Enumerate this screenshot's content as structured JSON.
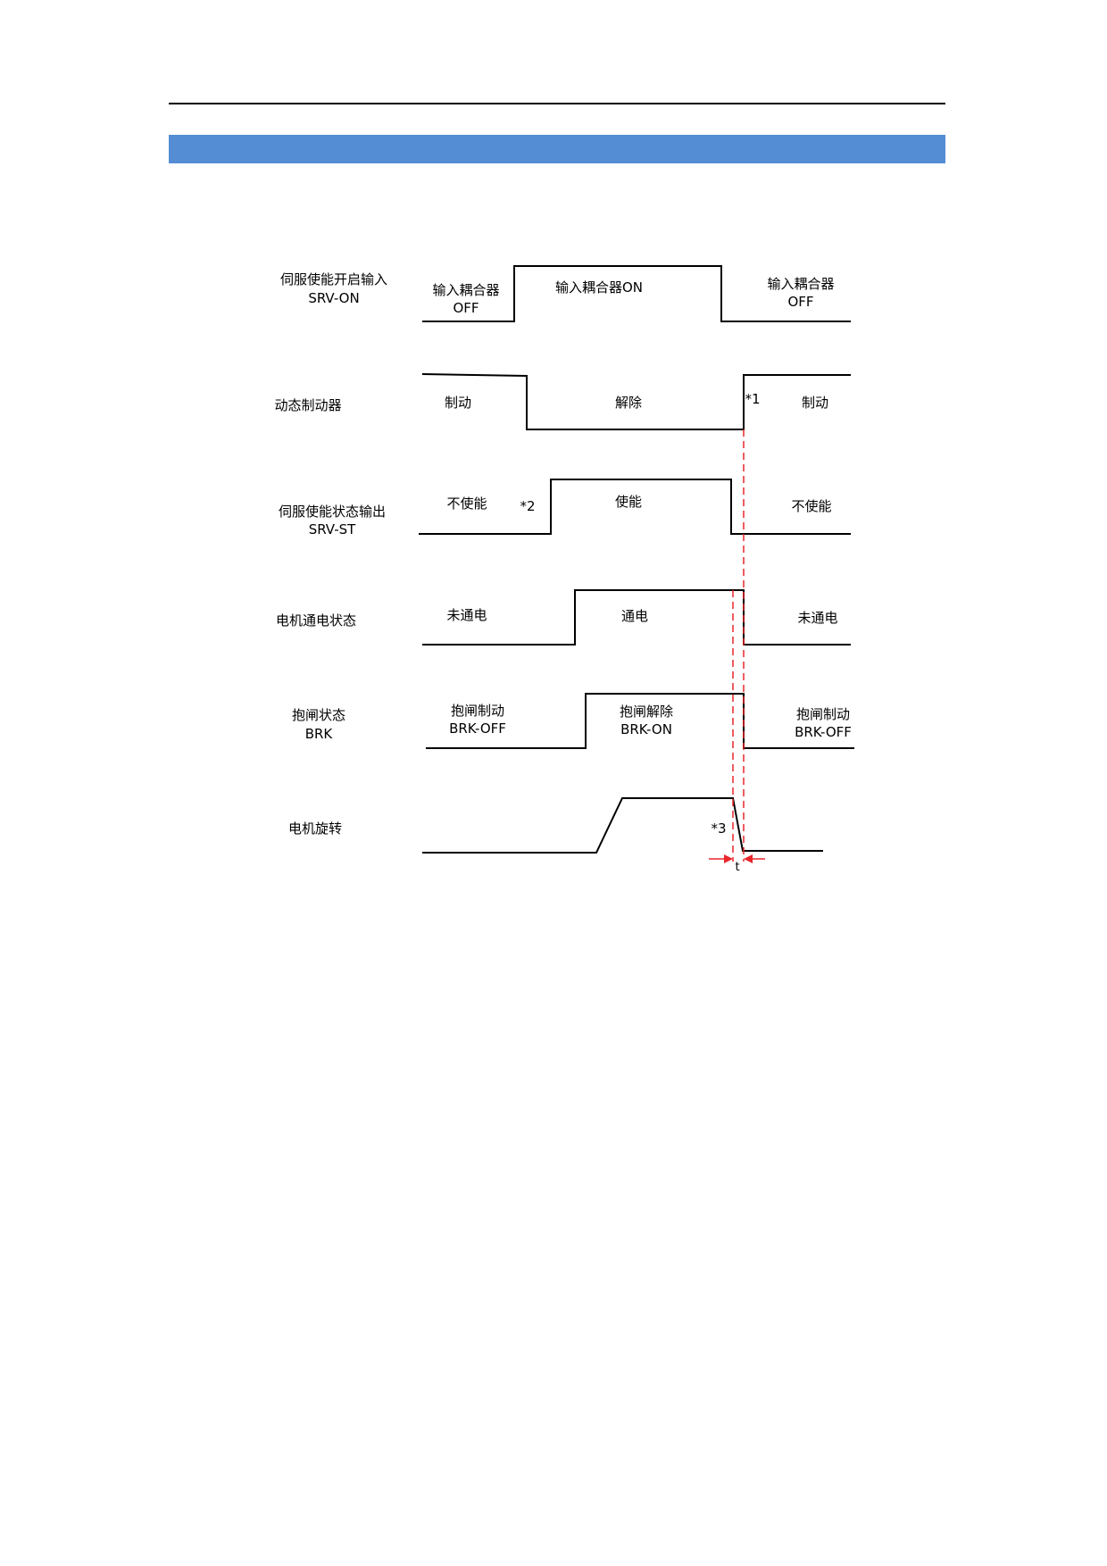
{
  "colors": {
    "header_band": "#548dd4",
    "marker": "#e8262b"
  },
  "signals": [
    {
      "name": "伺服使能开启输入",
      "sub": "SRV-ON",
      "states": [
        {
          "l1": "输入耦合器",
          "l2": "OFF"
        },
        {
          "l1": "输入耦合器ON"
        },
        {
          "l1": "输入耦合器",
          "l2": "OFF"
        }
      ]
    },
    {
      "name": "动态制动器",
      "states": [
        {
          "l1": "制动"
        },
        {
          "l1": "解除"
        },
        {
          "l1": "制动"
        }
      ],
      "note": "*1"
    },
    {
      "name": "伺服使能状态输出",
      "sub": "SRV-ST",
      "states": [
        {
          "l1": "不使能"
        },
        {
          "l1": "使能"
        },
        {
          "l1": "不使能"
        }
      ],
      "note": "*2"
    },
    {
      "name": "电机通电状态",
      "states": [
        {
          "l1": "未通电"
        },
        {
          "l1": "通电"
        },
        {
          "l1": "未通电"
        }
      ]
    },
    {
      "name": "抱闸状态",
      "sub": "BRK",
      "states": [
        {
          "l1": "抱闸制动",
          "l2": "BRK-OFF"
        },
        {
          "l1": "抱闸解除",
          "l2": "BRK-ON"
        },
        {
          "l1": "抱闸制动",
          "l2": "BRK-OFF"
        }
      ]
    },
    {
      "name": "电机旋转",
      "note": "*3"
    }
  ],
  "interval_label": "t"
}
